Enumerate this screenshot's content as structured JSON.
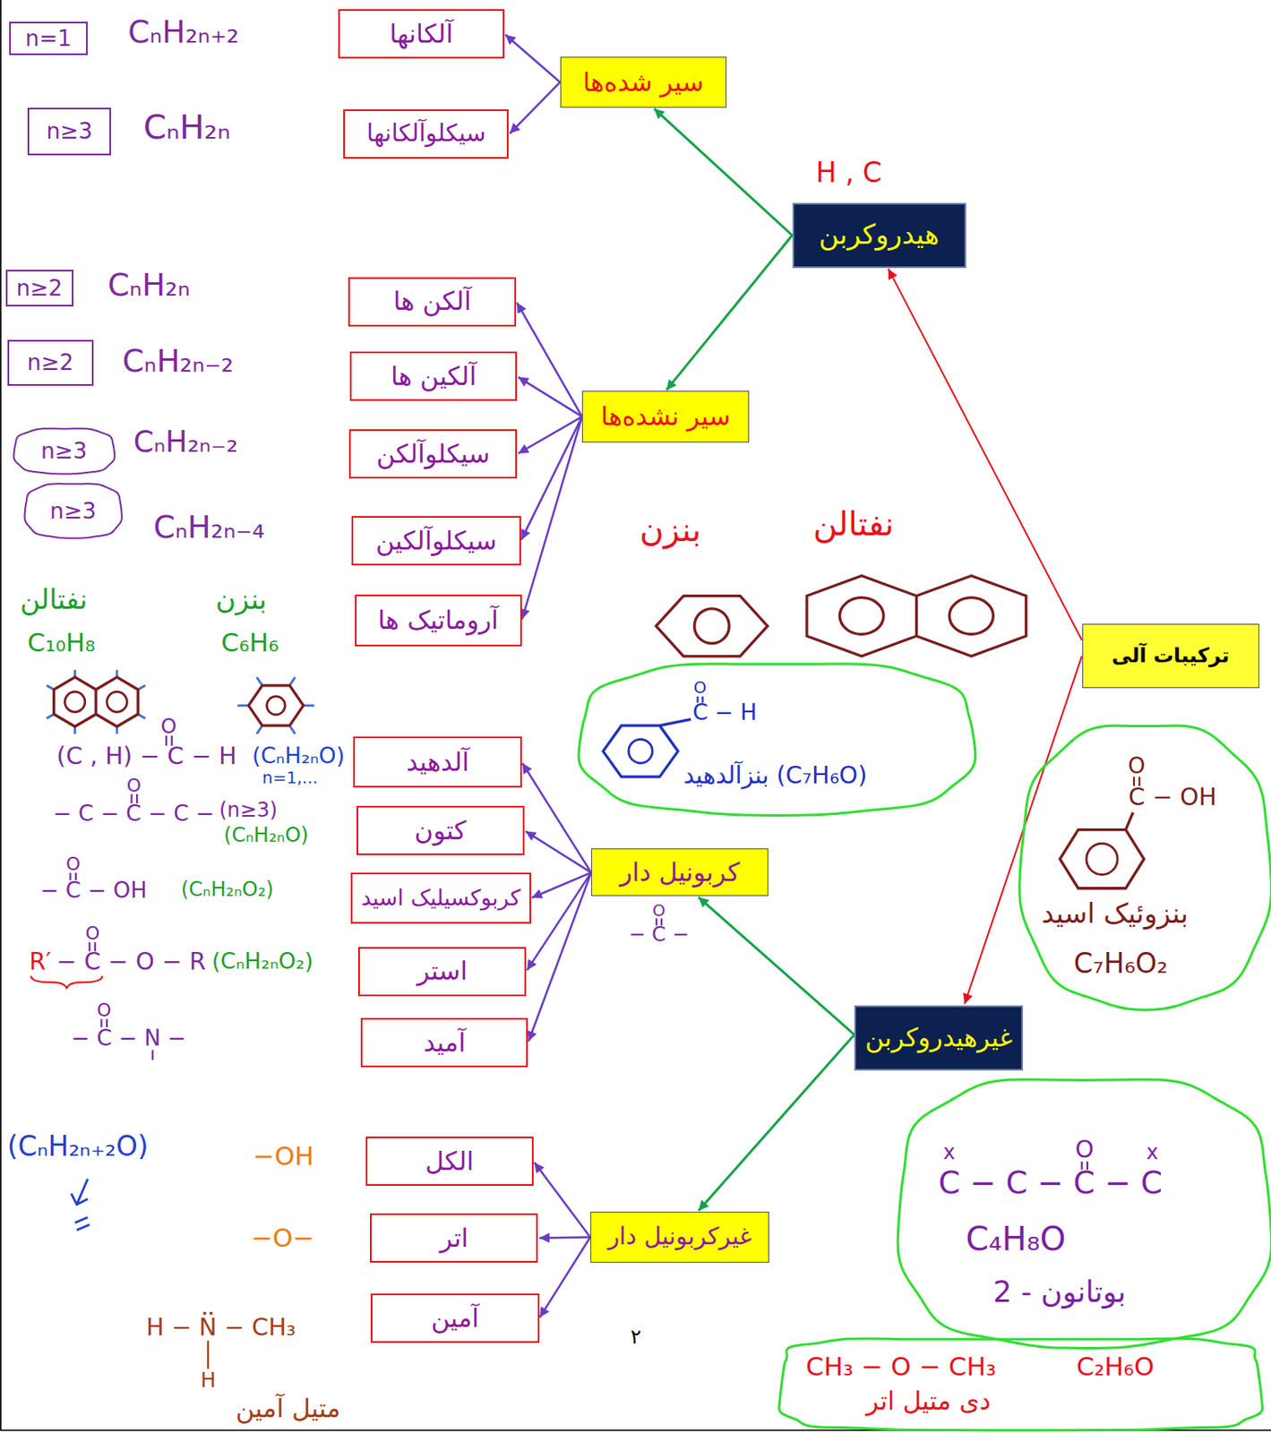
{
  "diagram": {
    "nodes": [
      {
        "text": [
          "ترکیبات آلی"
        ]
      },
      {
        "text": [
          "هیدروکربن"
        ]
      },
      {
        "text": [
          "سیر شده‌ها"
        ]
      },
      {
        "text": [
          "آلکانها"
        ]
      },
      {
        "text": [
          "سیکلوآلکانها"
        ]
      },
      {
        "text": [
          "n=1"
        ]
      },
      {
        "text": [
          "n≥3"
        ]
      },
      {
        "text": [
          "سیر نشده‌ها"
        ]
      },
      {
        "text": [
          "آلکن ها"
        ]
      },
      {
        "text": [
          "آلکین ها"
        ]
      },
      {
        "text": [
          "سیکلوآلکن"
        ]
      },
      {
        "text": [
          "سیکلوآلکین"
        ]
      },
      {
        "text": [
          "آروماتیک ها"
        ]
      },
      {
        "text": [
          "n≥2"
        ]
      },
      {
        "text": [
          "n≥2"
        ]
      },
      {
        "text": [
          "n≥3"
        ]
      },
      {
        "text": [
          "n≥3"
        ]
      },
      {
        "text": [
          "غیرهیدروکربن"
        ]
      },
      {
        "text": [
          "کربونیل دار"
        ]
      },
      {
        "text": [
          "آلدهید"
        ]
      },
      {
        "text": [
          "کتون"
        ]
      },
      {
        "text": [
          "کربوکسیلیک اسید"
        ]
      },
      {
        "text": [
          "استر"
        ]
      },
      {
        "text": [
          "آمید"
        ]
      },
      {
        "text": [
          "غیرکربونیل دار"
        ]
      },
      {
        "text": [
          "الکل"
        ]
      },
      {
        "text": [
          "اتر"
        ]
      },
      {
        "text": [
          "آمین"
        ]
      },
      {
        "text": [
          "O",
          "C − H",
          "بنزآلدهید (C₇H₆O)"
        ]
      },
      {
        "text": [
          "O",
          "C − OH",
          "بنزوئیک اسید",
          "C₇H₆O₂"
        ]
      },
      {
        "text": [
          "x",
          "O",
          "x",
          "C − C − C − C",
          "C₄H₈O",
          "2 - بوتانون"
        ]
      },
      {
        "text": [
          "CH₃ − O − CH₃",
          "C₂H₆O",
          "دی متیل اتر"
        ]
      }
    ],
    "edges": [
      {
        "from": 0,
        "to": 1,
        "arrow": "to"
      },
      {
        "from": 0,
        "to": 17,
        "arrow": "to"
      },
      {
        "from": 1,
        "to": 2,
        "arrow": "to"
      },
      {
        "from": 1,
        "to": 7,
        "arrow": "to"
      },
      {
        "from": 2,
        "to": 3,
        "arrow": "to"
      },
      {
        "from": 2,
        "to": 4,
        "arrow": "to"
      },
      {
        "from": 7,
        "to": 8,
        "arrow": "to"
      },
      {
        "from": 7,
        "to": 9,
        "arrow": "to"
      },
      {
        "from": 7,
        "to": 10,
        "arrow": "to"
      },
      {
        "from": 7,
        "to": 11,
        "arrow": "to"
      },
      {
        "from": 7,
        "to": 12,
        "arrow": "to"
      },
      {
        "from": 17,
        "to": 18,
        "arrow": "to"
      },
      {
        "from": 17,
        "to": 24,
        "arrow": "to"
      },
      {
        "from": 18,
        "to": 19,
        "arrow": "to"
      },
      {
        "from": 18,
        "to": 20,
        "arrow": "to"
      },
      {
        "from": 18,
        "to": 21,
        "arrow": "to"
      },
      {
        "from": 18,
        "to": 22,
        "arrow": "to"
      },
      {
        "from": 18,
        "to": 23,
        "arrow": "to"
      },
      {
        "from": 24,
        "to": 25,
        "arrow": "to"
      },
      {
        "from": 24,
        "to": 26,
        "arrow": "to"
      },
      {
        "from": 24,
        "to": 27,
        "arrow": "to"
      }
    ],
    "labels": [
      "H , C",
      "CₙH₂ₙ₊₂",
      "CₙH₂ₙ",
      "CₙH₂ₙ",
      "CₙH₂ₙ₋₂",
      "CₙH₂ₙ₋₂",
      "CₙH₂ₙ₋₄",
      "نفتالن",
      "بنزن",
      "C₁₀H₈",
      "C₆H₆",
      "بنزن",
      "نفتالن",
      "O",
      "(C , H) − C − H",
      "(CₙH₂ₙO)",
      "n=1,...",
      "O",
      "− C − C − C −",
      "(n≥3)",
      "(CₙH₂ₙO)",
      "O",
      "− C − OH",
      "(CₙH₂ₙO₂)",
      "O",
      "R′",
      "− C − O − R",
      "(CₙH₂ₙO₂)",
      "O",
      "− C − N −",
      "O",
      "− C −",
      "(CₙH₂ₙ₊₂O)",
      "−OH",
      "−O−",
      "H − N − CH₃",
      "H",
      "متیل آمین",
      "۲"
    ]
  }
}
